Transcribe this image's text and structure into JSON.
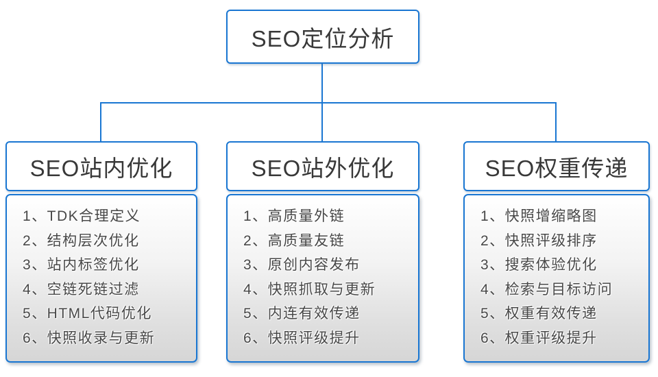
{
  "colors": {
    "border_blue": "#1976d2",
    "title_text": "#383838",
    "list_text": "#474747",
    "list_gradient_top": "#ffffff",
    "list_gradient_bottom": "#d6d6d6"
  },
  "root": {
    "title": "SEO定位分析"
  },
  "branches": [
    {
      "title": "SEO站内优化",
      "items": [
        "1、TDK合理定义",
        "2、结构层次优化",
        "3、站内标签优化",
        "4、空链死链过滤",
        "5、HTML代码优化",
        "6、快照收录与更新"
      ]
    },
    {
      "title": "SEO站外优化",
      "items": [
        "1、高质量外链",
        "2、高质量友链",
        "3、原创内容发布",
        "4、快照抓取与更新",
        "5、内连有效传递",
        "6、快照评级提升"
      ]
    },
    {
      "title": "SEO权重传递",
      "items": [
        "1、快照增缩略图",
        "2、快照评级排序",
        "3、搜索体验优化",
        "4、检索与目标访问",
        "5、权重有效传递",
        "6、权重评级提升"
      ]
    }
  ]
}
